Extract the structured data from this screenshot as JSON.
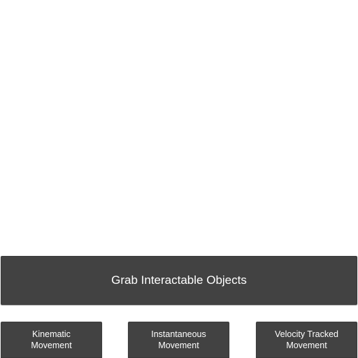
{
  "main": {
    "title": "Grab Interactable Objects"
  },
  "options": [
    {
      "label": "Kinematic\nMovement"
    },
    {
      "label": "Instantaneous\nMovement"
    },
    {
      "label": "Velocity Tracked\nMovement"
    }
  ],
  "colors": {
    "panel_bg": "#424242",
    "text": "#ffffff",
    "background": "#ffffff"
  }
}
